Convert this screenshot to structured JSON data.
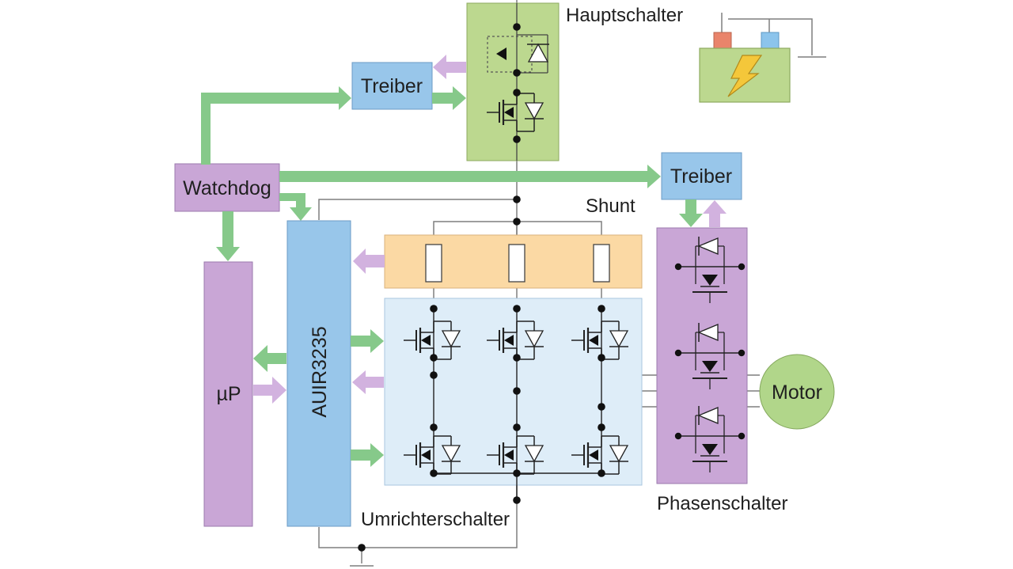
{
  "colors": {
    "green_block": "#bcd88f",
    "green_arrow": "#86c98a",
    "purple_block": "#c9a6d6",
    "purple_arrow": "#d2b2df",
    "blue_block": "#98c6ea",
    "light_blue_block": "#deedf8",
    "orange_block": "#fbd9a4",
    "motor_green": "#b1d68a",
    "battery_red": "#e9846b",
    "battery_blue": "#8cc4ec",
    "bolt_yellow": "#f4c73a",
    "wire": "#7f7f7f"
  },
  "labels": {
    "main_switch": "Hauptschalter",
    "driver_top": "Treiber",
    "driver_right": "Treiber",
    "watchdog": "Watchdog",
    "shunt": "Shunt",
    "mcu": "µP",
    "gate_driver_ic": "AUIR3235",
    "inverter_switches": "Umrichterschalter",
    "phase_switches": "Phasenschalter",
    "motor": "Motor"
  }
}
